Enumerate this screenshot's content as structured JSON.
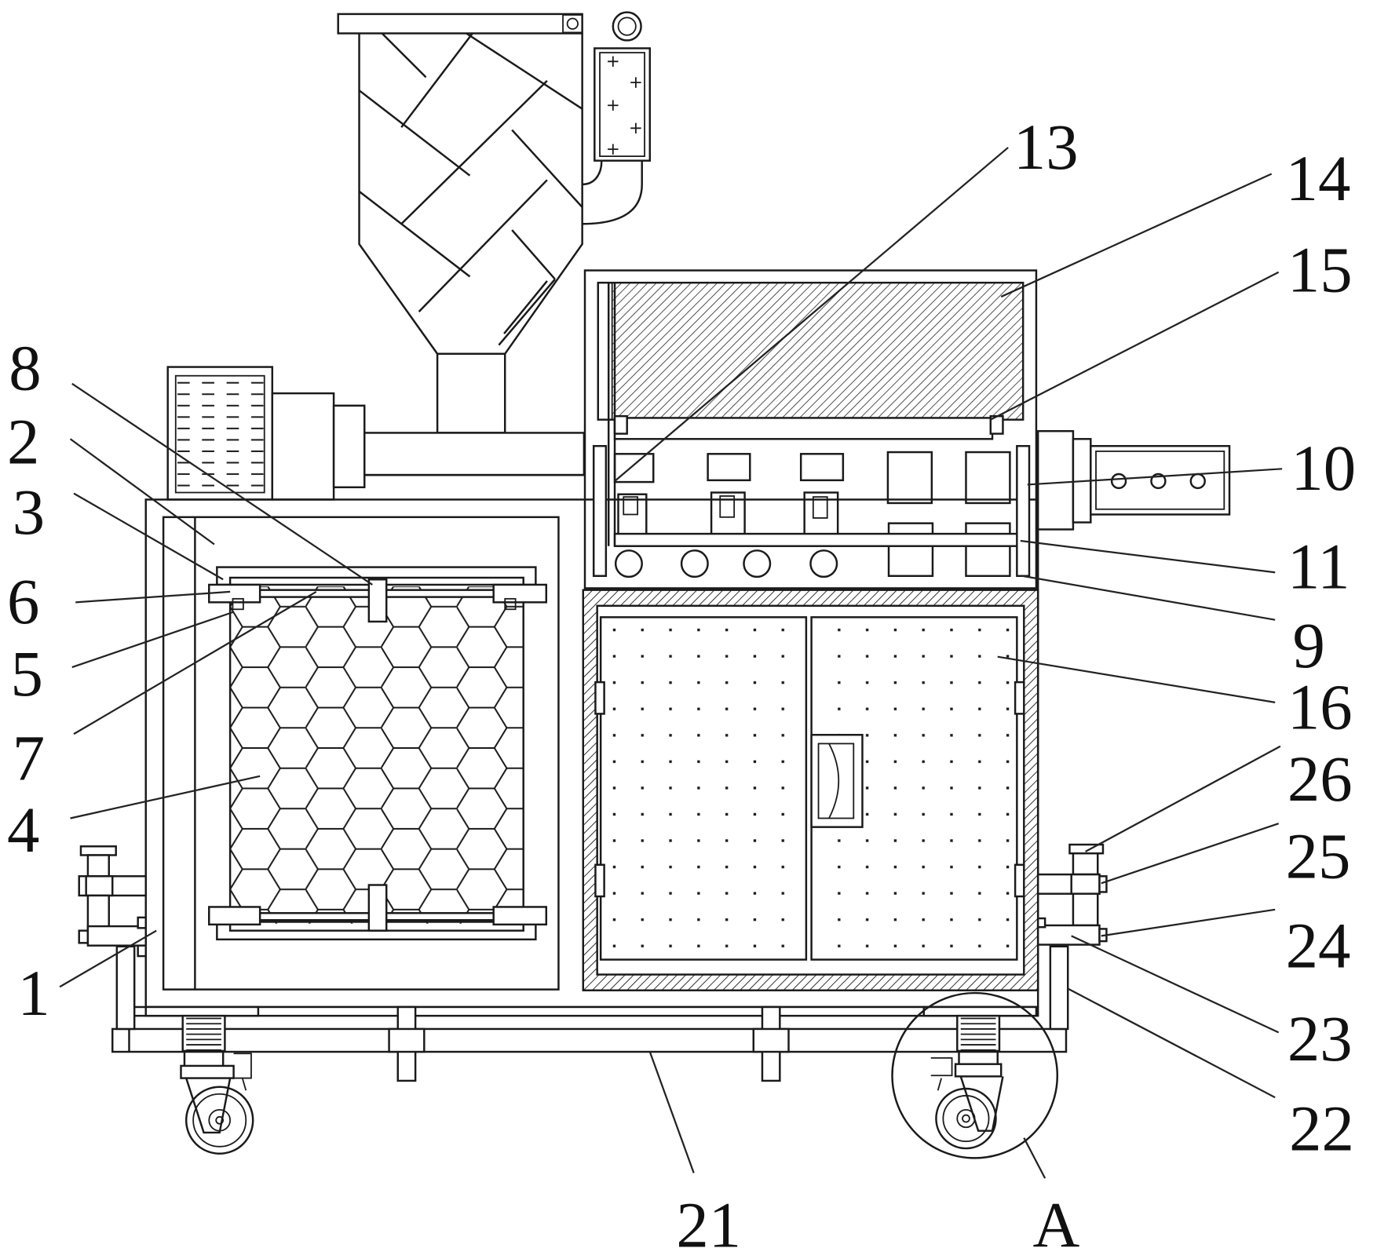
{
  "figure": {
    "type": "patent-drawing",
    "description": "Front view of a mobile machine with hopper, filter drum, control cabinet and caster wheels",
    "line_color": "#1a1a1a",
    "background": "#ffffff"
  },
  "labels": {
    "l1": "1",
    "l2": "2",
    "l3": "3",
    "l4": "4",
    "l5": "5",
    "l6": "6",
    "l7": "7",
    "l8": "8",
    "l9": "9",
    "l10": "10",
    "l11": "11",
    "l13": "13",
    "l14": "14",
    "l15": "15",
    "l16": "16",
    "l21": "21",
    "l22": "22",
    "l23": "23",
    "l24": "24",
    "l25": "25",
    "l26": "26",
    "lA": "A"
  }
}
